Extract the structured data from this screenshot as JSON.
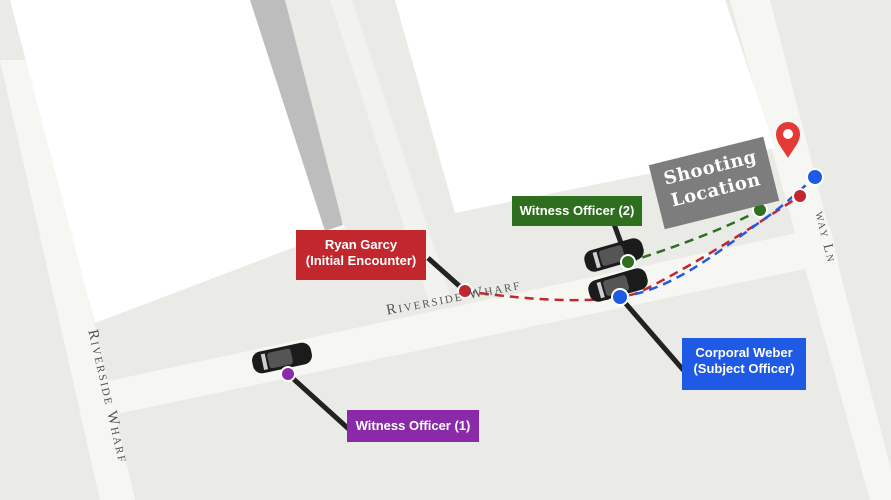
{
  "map": {
    "streets": {
      "riverside_wharf_main": "Riverside Wharf",
      "riverside_wharf_left": "Riverside Wharf",
      "way_ln": "way Ln"
    },
    "labels": {
      "ryan_garcy": {
        "line1": "Ryan Garcy",
        "line2": "(Initial Encounter)",
        "color": "#c1272d"
      },
      "witness_officer_2": {
        "text": "Witness Officer (2)",
        "color": "#2d6e1f"
      },
      "shooting_location": {
        "line1": "Shooting",
        "line2": "Location",
        "color": "#7d7d7d"
      },
      "corporal_weber": {
        "line1": "Corporal Weber",
        "line2": "(Subject Officer)",
        "color": "#1f5ae6"
      },
      "witness_officer_1": {
        "text": "Witness Officer (1)",
        "color": "#8a2aa8"
      }
    },
    "colors": {
      "background": "#eaeae6",
      "building": "#ffffff",
      "road": "#f7f7f5",
      "path_red": "#c1272d",
      "path_green": "#2d6e1f",
      "path_blue": "#1f5ae6",
      "marker_pin": "#e53935"
    },
    "icons": [
      "location-pin-icon",
      "patrol-car-icon"
    ]
  }
}
